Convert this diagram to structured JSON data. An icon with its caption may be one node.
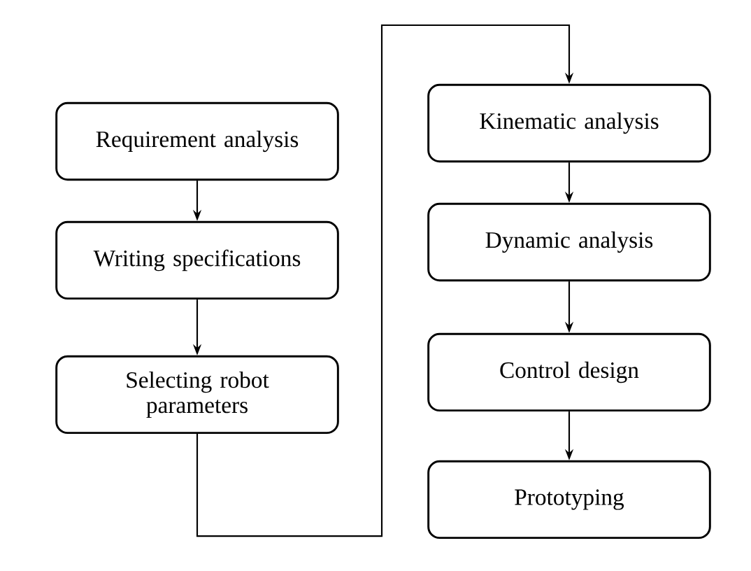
{
  "diagram": {
    "nodes": [
      {
        "text": [
          "Requirement analysis"
        ]
      },
      {
        "text": [
          "Writing specifications"
        ]
      },
      {
        "text": [
          "Selecting robot parameters"
        ]
      },
      {
        "text": [
          "Kinematic analysis"
        ]
      },
      {
        "text": [
          "Dynamic analysis"
        ]
      },
      {
        "text": [
          "Control design"
        ]
      },
      {
        "text": [
          "Prototyping"
        ]
      }
    ],
    "edges": [
      {
        "from": 0,
        "to": 1,
        "arrow": "to"
      },
      {
        "from": 1,
        "to": 2,
        "arrow": "to"
      },
      {
        "from": 2,
        "to": 3,
        "arrow": "to"
      },
      {
        "from": 3,
        "to": 4,
        "arrow": "to"
      },
      {
        "from": 4,
        "to": 5,
        "arrow": "to"
      },
      {
        "from": 5,
        "to": 6,
        "arrow": "to"
      }
    ]
  }
}
